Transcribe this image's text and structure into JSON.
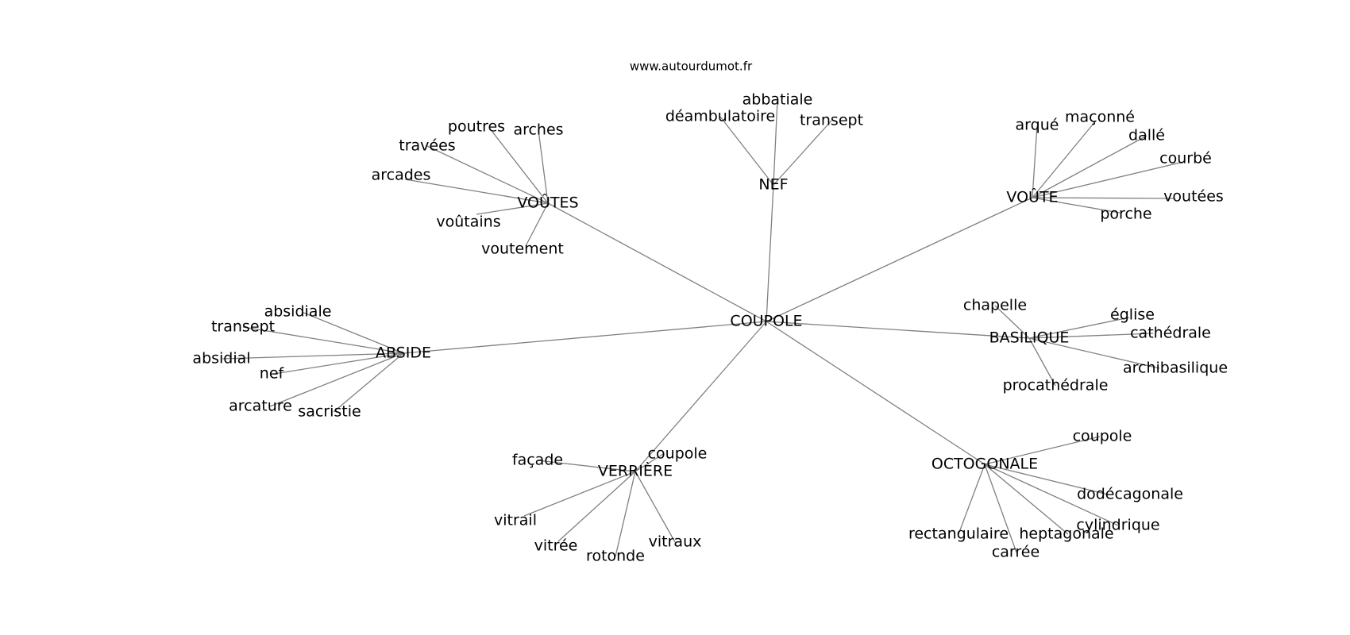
{
  "site": "www.autourdumot.fr",
  "center": "COUPOLE",
  "groups": [
    {
      "label": "VOÛTES",
      "words": [
        "poutres",
        "arches",
        "travées",
        "arcades",
        "voûtains",
        "voutement"
      ]
    },
    {
      "label": "NEF",
      "words": [
        "abbatiale",
        "déambulatoire",
        "transept"
      ]
    },
    {
      "label": "VOÛTE",
      "words": [
        "arqué",
        "maçonné",
        "dallé",
        "courbé",
        "voutées",
        "porche"
      ]
    },
    {
      "label": "ABSIDE",
      "words": [
        "absidiale",
        "transept",
        "absidial",
        "nef",
        "arcature",
        "sacristie"
      ]
    },
    {
      "label": "BASILIQUE",
      "words": [
        "chapelle",
        "église",
        "cathédrale",
        "archibasilique",
        "procathédrale"
      ]
    },
    {
      "label": "VERRIÈRE",
      "words": [
        "coupole",
        "façade",
        "vitrail",
        "vitrée",
        "rotonde",
        "vitraux"
      ]
    },
    {
      "label": "OCTOGONALE",
      "words": [
        "coupole",
        "dodécagonale",
        "cylindrique",
        "heptagonale",
        "carrée",
        "rectangulaire"
      ]
    }
  ]
}
